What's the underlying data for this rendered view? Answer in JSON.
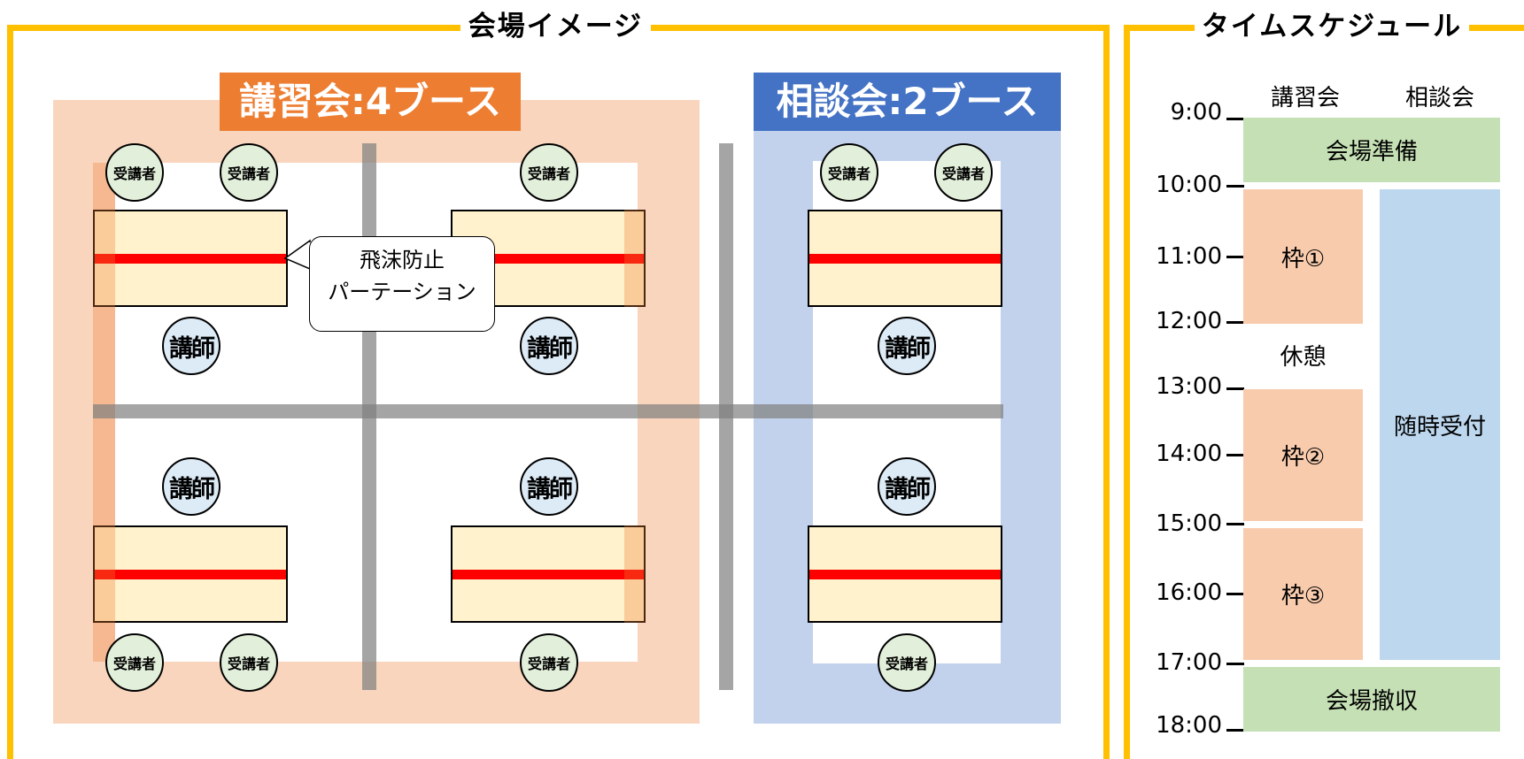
{
  "venue": {
    "title": "会場イメージ",
    "lecture_zone": {
      "label": "講習会:4ブース",
      "color": "#ED7D31"
    },
    "consult_zone": {
      "label": "相談会:2ブース",
      "color": "#4472C4"
    },
    "callout": {
      "line1": "飛沫防止",
      "line2": "パーテーション"
    },
    "student_label": "受講者",
    "teacher_label": "講師"
  },
  "schedule": {
    "title": "タイムスケジュール",
    "columns": [
      "講習会",
      "相談会"
    ],
    "times": [
      "9:00",
      "10:00",
      "11:00",
      "12:00",
      "13:00",
      "14:00",
      "15:00",
      "16:00",
      "17:00",
      "18:00"
    ],
    "blocks": {
      "setup": "会場準備",
      "slot1": "枠①",
      "break": "休憩",
      "slot2": "枠②",
      "slot3": "枠③",
      "anytime": "随時受付",
      "teardown": "会場撤収"
    },
    "colors": {
      "green": "#C5E0B4",
      "orange": "#F8CBAD",
      "blue": "#BDD7EE"
    }
  }
}
